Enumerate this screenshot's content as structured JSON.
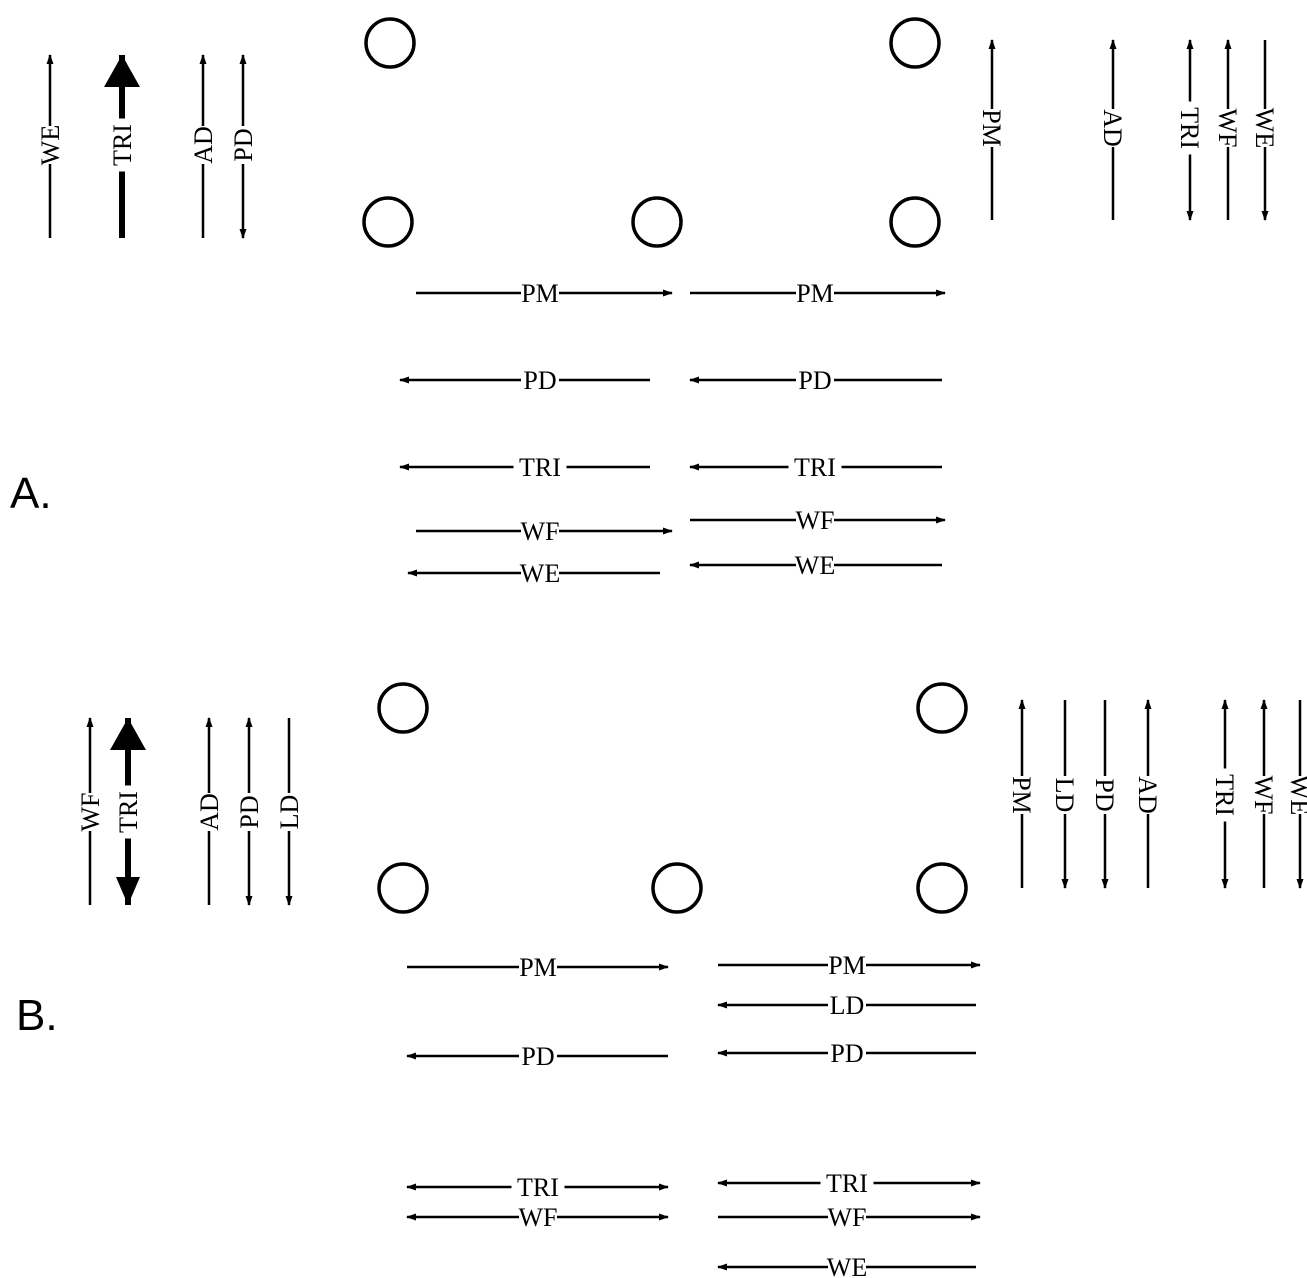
{
  "panels": [
    {
      "id": "A",
      "label": "A.",
      "vertical_left": [
        {
          "label": "WE",
          "direction": "up",
          "weight": "normal"
        },
        {
          "label": "TRI",
          "direction": "up",
          "weight": "heavy"
        },
        {
          "label": "AD",
          "direction": "up",
          "weight": "normal"
        },
        {
          "label": "PD",
          "direction": "both",
          "weight": "normal"
        }
      ],
      "vertical_right": [
        {
          "label": "PM",
          "direction": "up",
          "weight": "normal"
        },
        {
          "label": "AD",
          "direction": "up",
          "weight": "normal"
        },
        {
          "label": "TRI",
          "direction": "both",
          "weight": "normal"
        },
        {
          "label": "WF",
          "direction": "up",
          "weight": "normal"
        },
        {
          "label": "WE",
          "direction": "down",
          "weight": "normal"
        }
      ],
      "horizontal_left": [
        {
          "label": "PM",
          "direction": "right"
        },
        {
          "label": "PD",
          "direction": "left"
        },
        {
          "label": "TRI",
          "direction": "left"
        },
        {
          "label": "WF",
          "direction": "right"
        },
        {
          "label": "WE",
          "direction": "left"
        }
      ],
      "horizontal_right": [
        {
          "label": "PM",
          "direction": "right"
        },
        {
          "label": "PD",
          "direction": "left"
        },
        {
          "label": "TRI",
          "direction": "left"
        },
        {
          "label": "WF",
          "direction": "right"
        },
        {
          "label": "WE",
          "direction": "left"
        }
      ]
    },
    {
      "id": "B",
      "label": "B.",
      "vertical_left": [
        {
          "label": "WF",
          "direction": "up",
          "weight": "normal"
        },
        {
          "label": "TRI",
          "direction": "both",
          "weight": "heavy"
        },
        {
          "label": "AD",
          "direction": "up",
          "weight": "normal"
        },
        {
          "label": "PD",
          "direction": "both",
          "weight": "normal"
        },
        {
          "label": "LD",
          "direction": "down",
          "weight": "normal"
        }
      ],
      "vertical_right": [
        {
          "label": "PM",
          "direction": "up",
          "weight": "normal"
        },
        {
          "label": "LD",
          "direction": "down",
          "weight": "normal"
        },
        {
          "label": "PD",
          "direction": "down",
          "weight": "normal"
        },
        {
          "label": "AD",
          "direction": "up",
          "weight": "normal"
        },
        {
          "label": "TRI",
          "direction": "both",
          "weight": "normal"
        },
        {
          "label": "WF",
          "direction": "up",
          "weight": "normal"
        },
        {
          "label": "WE",
          "direction": "down",
          "weight": "normal"
        }
      ],
      "horizontal_left": [
        {
          "label": "PM",
          "direction": "right"
        },
        {
          "label": "PD",
          "direction": "left"
        },
        {
          "label": "TRI",
          "direction": "both"
        },
        {
          "label": "WF",
          "direction": "both"
        }
      ],
      "horizontal_right": [
        {
          "label": "PM",
          "direction": "right"
        },
        {
          "label": "LD",
          "direction": "left"
        },
        {
          "label": "PD",
          "direction": "left"
        },
        {
          "label": "TRI",
          "direction": "both"
        },
        {
          "label": "WF",
          "direction": "right"
        },
        {
          "label": "WE",
          "direction": "left"
        }
      ]
    }
  ]
}
